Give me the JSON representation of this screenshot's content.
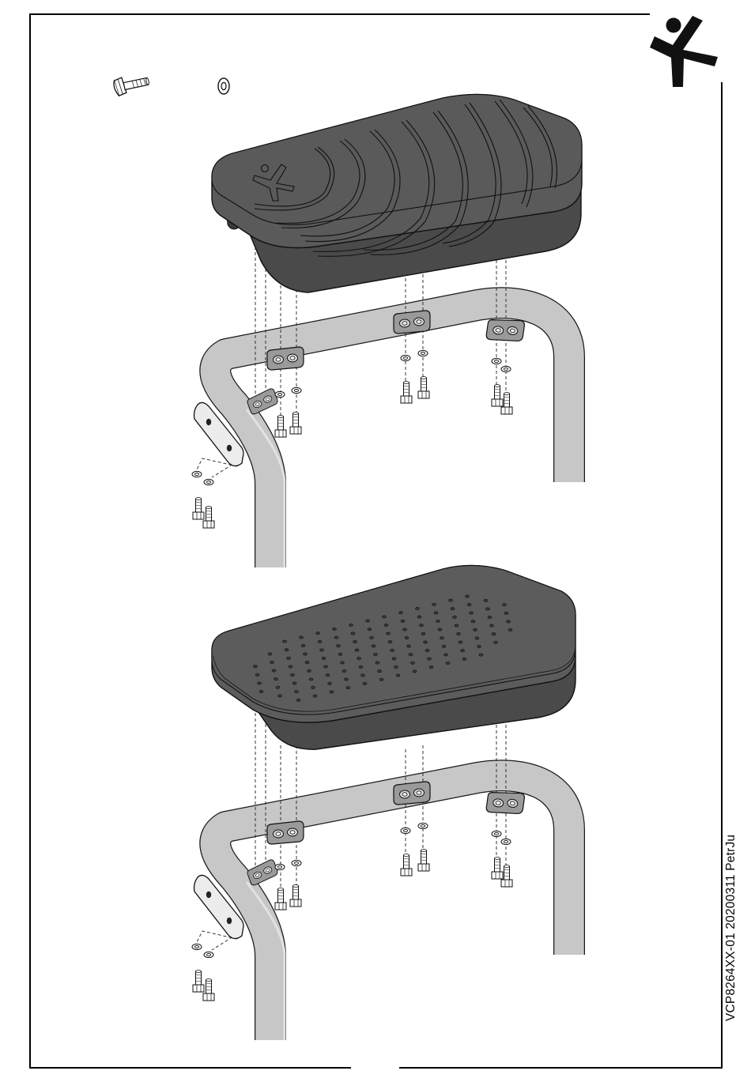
{
  "document": {
    "code": "VCP8264XX-01  20200311  PetrJu"
  },
  "logo": {
    "icon": "figure-logo-icon",
    "color": "#111111"
  },
  "parts": {
    "bolt_icon": "hex-bolt-icon",
    "washer_icon": "washer-icon"
  },
  "views": [
    {
      "name": "grooved-footrest",
      "surface": "curved-grooves",
      "pad_color": "#555555",
      "frame_color": "#c7c7c7"
    },
    {
      "name": "perforated-footrest",
      "surface": "hole-grid",
      "pad_color": "#555555",
      "frame_color": "#c7c7c7"
    }
  ]
}
